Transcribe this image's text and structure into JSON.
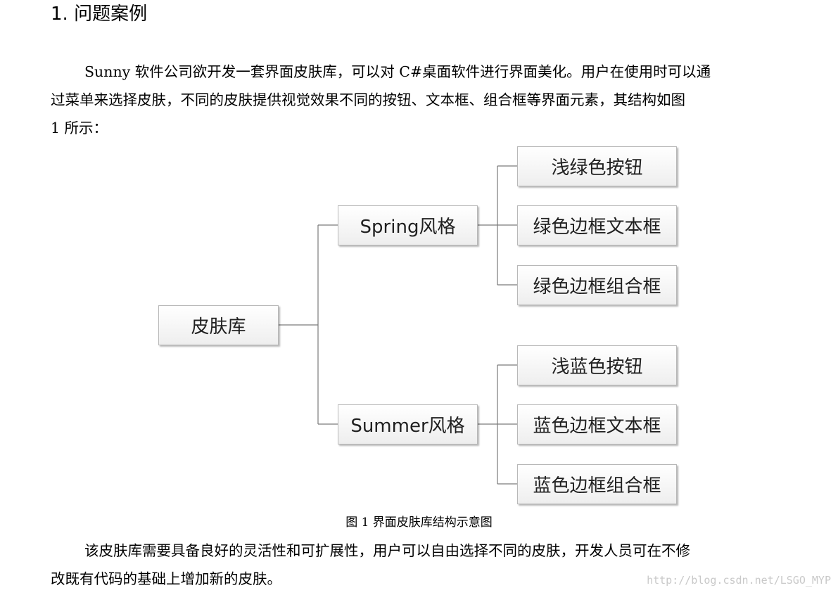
{
  "heading": "1. 问题案例",
  "intro": {
    "line1": "Sunny 软件公司欲开发一套界面皮肤库，可以对 C#桌面软件进行界面美化。用户在使用时可以通",
    "line2": "过菜单来选择皮肤，不同的皮肤提供视觉效果不同的按钮、文本框、组合框等界面元素，其结构如图",
    "line3": "1 所示："
  },
  "diagram": {
    "root": "皮肤库",
    "styles": [
      {
        "label": "Spring风格",
        "children": [
          "浅绿色按钮",
          "绿色边框文本框",
          "绿色边框组合框"
        ]
      },
      {
        "label": "Summer风格",
        "children": [
          "浅蓝色按钮",
          "蓝色边框文本框",
          "蓝色边框组合框"
        ]
      }
    ],
    "caption": "图 1  界面皮肤库结构示意图"
  },
  "closing": {
    "line1": "该皮肤库需要具备良好的灵活性和可扩展性，用户可以自由选择不同的皮肤，开发人员可在不修",
    "line2": "改既有代码的基础上增加新的皮肤。"
  },
  "watermark": "http://blog.csdn.net/LSGO_MYP"
}
